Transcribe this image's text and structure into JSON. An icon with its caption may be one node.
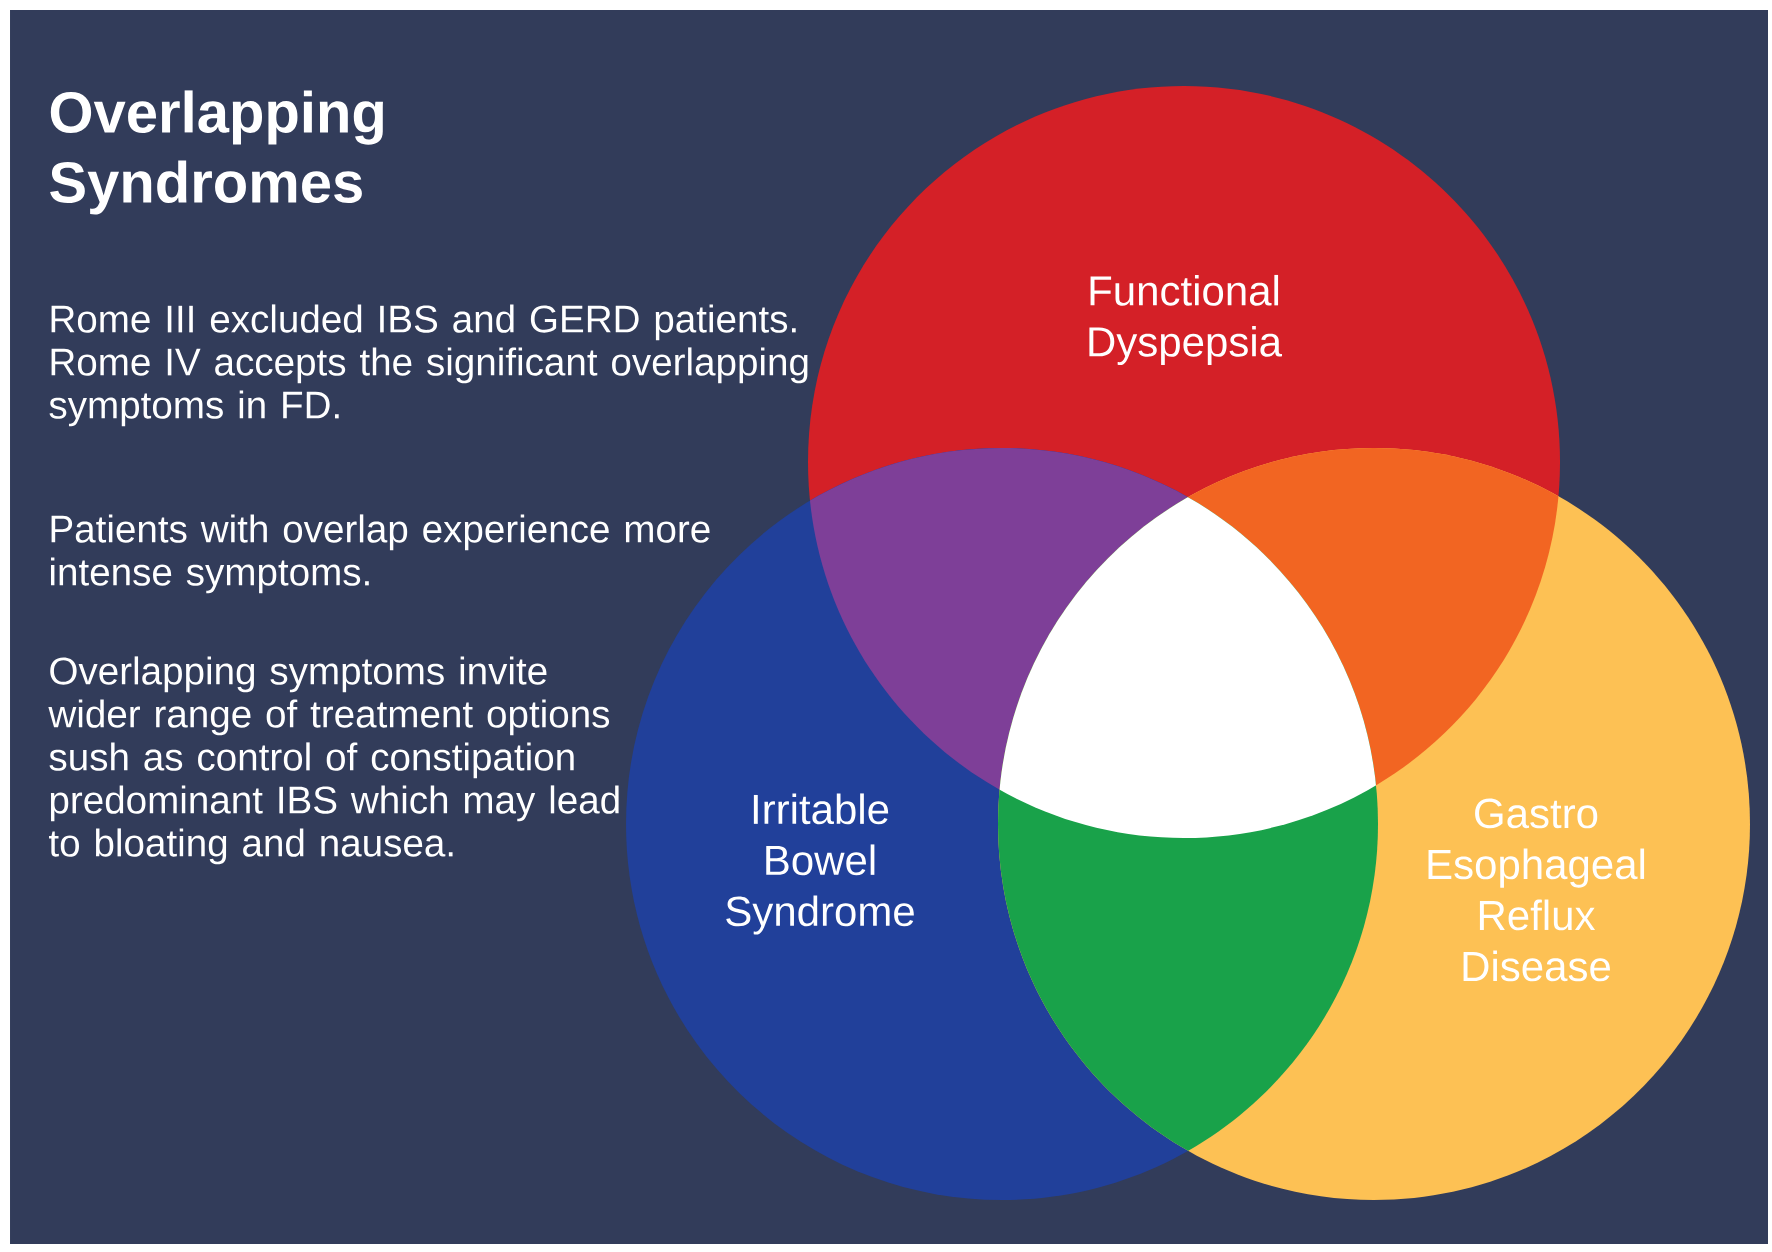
{
  "diagram": {
    "title": "Overlapping Syndromes",
    "nodes": [
      {
        "text": [
          "Functional Dyspepsia"
        ]
      },
      {
        "text": [
          "Irritable Bowel Syndrome"
        ]
      },
      {
        "text": [
          "Gastro Esophageal Reflux Disease"
        ]
      }
    ],
    "labels": [
      "Rome III excluded IBS and GERD patients. Rome IV accepts the significant overlapping symptoms in FD.",
      "Patients with overlap experience more intense symptoms.",
      "Overlapping symptoms invite wider range of treatment options sush as control of constipation predominant IBS which may lead to bloating and nausea."
    ]
  }
}
